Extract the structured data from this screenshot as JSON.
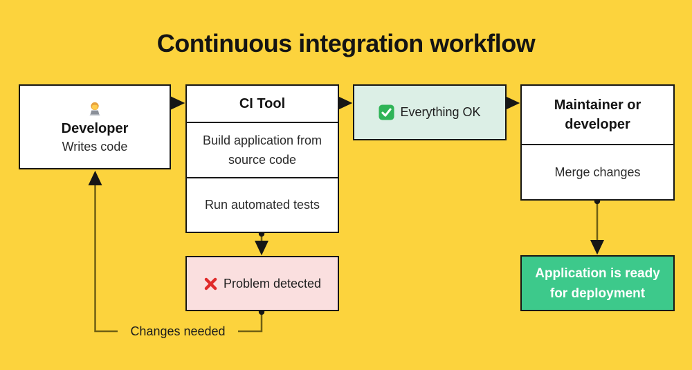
{
  "title": "Continuous integration workflow",
  "colors": {
    "background": "#FCD33D",
    "box_border": "#161616",
    "ok_bg": "#DCEFE6",
    "problem_bg": "#FADFDF",
    "deploy_bg": "#3DC98B",
    "connector": "#6F5F14"
  },
  "nodes": {
    "developer": {
      "icon": "woman-technologist-icon",
      "title": "Developer",
      "subtitle": "Writes code"
    },
    "ci_tool": {
      "title": "CI Tool",
      "steps": [
        "Build application from source code",
        "Run automated tests"
      ]
    },
    "everything_ok": {
      "icon": "check-mark-icon",
      "label": "Everything OK"
    },
    "maintainer": {
      "title": "Maintainer or developer",
      "step": "Merge changes"
    },
    "problem_detected": {
      "icon": "cross-mark-icon",
      "label": "Problem detected"
    },
    "deployment": {
      "label": "Application is ready for deployment"
    },
    "feedback": {
      "label": "Changes needed"
    }
  }
}
